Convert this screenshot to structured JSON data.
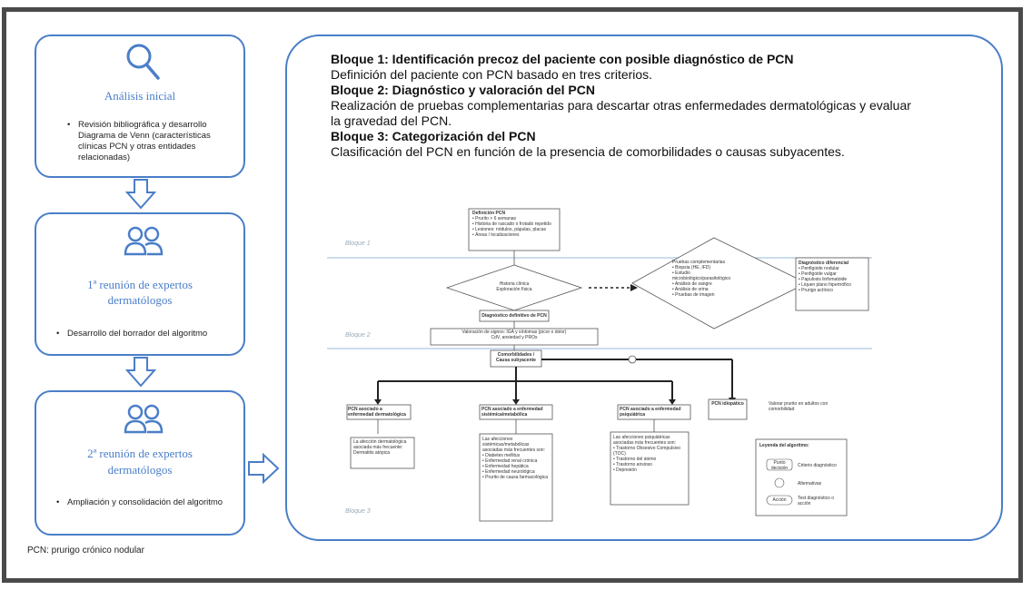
{
  "left": {
    "box1": {
      "icon": "magnifier-icon",
      "title": "Análisis inicial",
      "bullet": "Revisión bibliográfica y desarrollo Diagrama de Venn (características clínicas PCN y otras entidades relacionadas)"
    },
    "box2": {
      "icon": "people-icon",
      "title_line1": "1ª reunión de expertos",
      "title_line2": "dermatólogos",
      "bullet": "Desarrollo del borrador del algoritmo"
    },
    "box3": {
      "icon": "people-icon",
      "title_line1": "2ª reunión de expertos",
      "title_line2": "dermatólogos",
      "bullet": "Ampliación y consolidación del algoritmo"
    },
    "footnote": "PCN: prurigo crónico nodular"
  },
  "right": {
    "b1_head": "Bloque 1: Identificación precoz del paciente con posible diagnóstico de PCN",
    "b1_text": "Definición del paciente con PCN basado en tres criterios.",
    "b2_head": "Bloque 2: Diagnóstico y valoración del PCN",
    "b2_text_l1": "Realización de pruebas complementarias para descartar otras enfermedades dermatológicas y evaluar",
    "b2_text_l2": "la gravedad del PCN.",
    "b3_head": "Bloque 3: Categorización del PCN",
    "b3_text": "Clasificación del PCN en función de la presencia de comorbilidades o causas subyacentes."
  },
  "flow": {
    "band1": "Bloque 1",
    "band2": "Bloque 2",
    "band3": "Bloque 3",
    "def_title": "Definición PCN",
    "def_items": [
      "Prurito > 6 semanas",
      "Historia de rascado o frotado repetido",
      "Lesiones: nódulos, pápulas, placas",
      "Áreas / localizaciones"
    ],
    "diamond_left_l1": "Historia clínica",
    "diamond_left_l2": "Exploración física",
    "diamond_right_l1": "Pruebas complementarias",
    "diamond_right_items": [
      "Biopsia (HE, IFD)",
      "Estudio microbiológico/parasitológico",
      "Análisis de sangre",
      "Análisis de orina",
      "Pruebas de imagen"
    ],
    "dx_diff_title": "Diagnóstico diferencial",
    "dx_diff_items": [
      "Penfigoide nodular",
      "Penfigoide vulgar",
      "Papulosis linfomatoide",
      "Liquen plano hipertrófico",
      "Prurigo actínico"
    ],
    "dx_def": "Diagnóstico definitivo de PCN",
    "severity_l1": "Valoración de signos: IGA y síntomas (picor o dolor)",
    "severity_l2": "CdV, ansiedad y PROs",
    "comorb_l1": "Comorbilidades /",
    "comorb_l2": "Causa subyacente",
    "cat1_title": "PCN asociado a enfermedad dermatológica",
    "cat1_body": "La afección dermatológica asociada más frecuente: Dermatitis atópica",
    "cat2_title": "PCN asociado a enfermedad sistémica/metabólica",
    "cat2_body_l1": "Las afecciones sistémicas/metabólicas",
    "cat2_body_l2": "asociadas más frecuentes son:",
    "cat2_items": [
      "Diabetes mellitus",
      "Enfermedad renal crónica",
      "Enfermedad hepática",
      "Enfermedad neurológica",
      "Prurito de causa farmacológica"
    ],
    "cat3_title": "PCN asociado a enfermedad psiquiátrica",
    "cat3_body_l1": "Las afecciones psiquiátricas",
    "cat3_body_l2": "asociadas más frecuentes son:",
    "cat3_items": [
      "Trastorno Obsesivo Compulsivo (TOC)",
      "Trastorno del ánimo",
      "Trastorno ansioso",
      "Depresión"
    ],
    "cat4_title": "PCN idiopático",
    "note_right": "Valorar prurito en adultos con comorbilidad",
    "legend_title": "Leyenda del algoritmo:",
    "legend_items": [
      "Criterio diagnóstico",
      "Alternativas",
      "Test diagnóstico o acción"
    ],
    "legend_sym1": "Punto decisión",
    "legend_sym3": "Acción"
  }
}
